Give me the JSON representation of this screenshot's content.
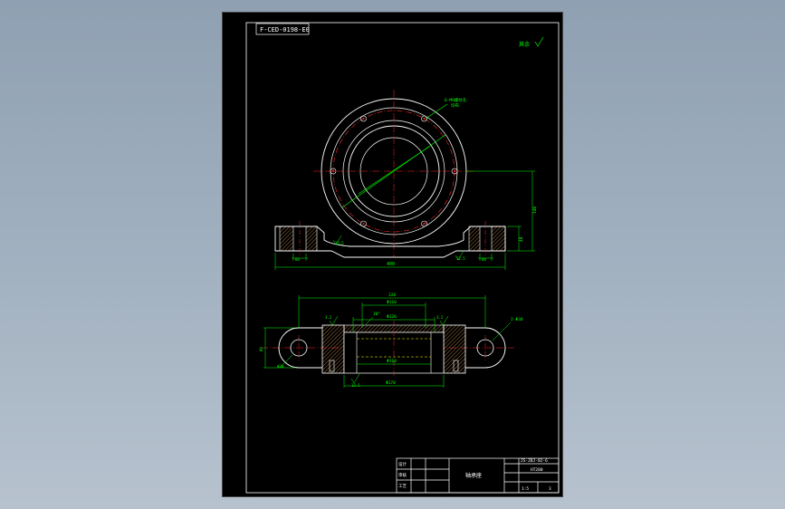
{
  "drawing_number_box": "F-CED-0198-E0",
  "roughness_note": "其余",
  "hole_note_line1": "6-M8螺纹孔",
  "hole_note_line2": "均布",
  "front_view": {
    "base_width_dim": "400",
    "height_dim": "140",
    "foot_height_dim": "40",
    "left_slot_dim": "60",
    "right_slot_dim": "60",
    "left_roughness": "12.5",
    "bottom_roughness": "12.5"
  },
  "section_view": {
    "overall_dim": "320",
    "bore_dim_top": "Φ110",
    "bore_dim_mid": "Φ120",
    "bore_dim_bottom": "Φ110",
    "angle_dim": "30°",
    "left_roughness": "3.2",
    "right_roughness": "3.2",
    "bottom_roughness": "12.5",
    "left_hole_dim": "Φ30",
    "right_hole_note": "2-Φ30",
    "height_dim": "80",
    "inner_bottom_dim": "Φ170"
  },
  "title_block": {
    "part_name": "轴承座",
    "drawing_no": "ZS-ZBJ-02-6",
    "material": "HT200",
    "scale": "1:5",
    "sheet": "3",
    "row_labels": [
      "设计",
      "审核",
      "工艺"
    ]
  },
  "colors": {
    "outline": "#ffffff",
    "dimension": "#00ff00",
    "center": "#ff2a2a",
    "hatch": "#e0a060",
    "hidden": "#ffff00"
  }
}
